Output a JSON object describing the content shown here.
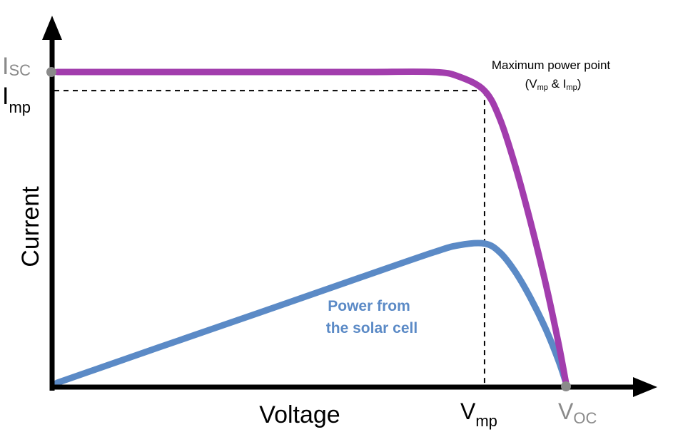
{
  "chart_data": {
    "type": "line",
    "title": "",
    "xlabel": "Voltage",
    "ylabel": "Current",
    "x_ticks": [
      {
        "main": "V",
        "sub": "mp",
        "x": 0.84
      },
      {
        "main": "V",
        "sub": "OC",
        "x": 1.0
      }
    ],
    "y_ticks": [
      {
        "main": "I",
        "sub": "SC",
        "y": 1.0
      },
      {
        "main": "I",
        "sub": "mp",
        "y": 0.94
      }
    ],
    "series": [
      {
        "name": "",
        "role": "iv-curve",
        "color": "#a23dad",
        "x": [
          0,
          0.2,
          0.4,
          0.6,
          0.74,
          0.79,
          0.84,
          0.87,
          0.9,
          0.93,
          0.96,
          0.985,
          1.0
        ],
        "y": [
          1.0,
          1.0,
          1.0,
          1.0,
          1.0,
          0.985,
          0.94,
          0.85,
          0.7,
          0.52,
          0.32,
          0.13,
          0.0
        ]
      },
      {
        "name": "Power from the solar cell",
        "role": "power-curve",
        "color": "#5b8ac6",
        "x": [
          0,
          0.2,
          0.4,
          0.6,
          0.74,
          0.79,
          0.84,
          0.87,
          0.9,
          0.93,
          0.96,
          0.985,
          1.0
        ],
        "y": [
          0.0,
          0.114,
          0.227,
          0.341,
          0.42,
          0.443,
          0.448,
          0.42,
          0.358,
          0.274,
          0.174,
          0.073,
          0.0
        ]
      }
    ],
    "annotations": [
      {
        "role": "mpp-label",
        "line1": "Maximum power point",
        "line2_prefix": "(V",
        "line2_sub1": "mp",
        "line2_mid": " & I",
        "line2_sub2": "mp",
        "line2_suffix": ")"
      },
      {
        "role": "power-label",
        "line1": "Power from",
        "line2": "the solar cell",
        "color": "#5b8ac6"
      }
    ],
    "xlim": [
      0,
      1.0
    ],
    "ylim": [
      0,
      1.0
    ],
    "grid": false,
    "legend": "none"
  }
}
